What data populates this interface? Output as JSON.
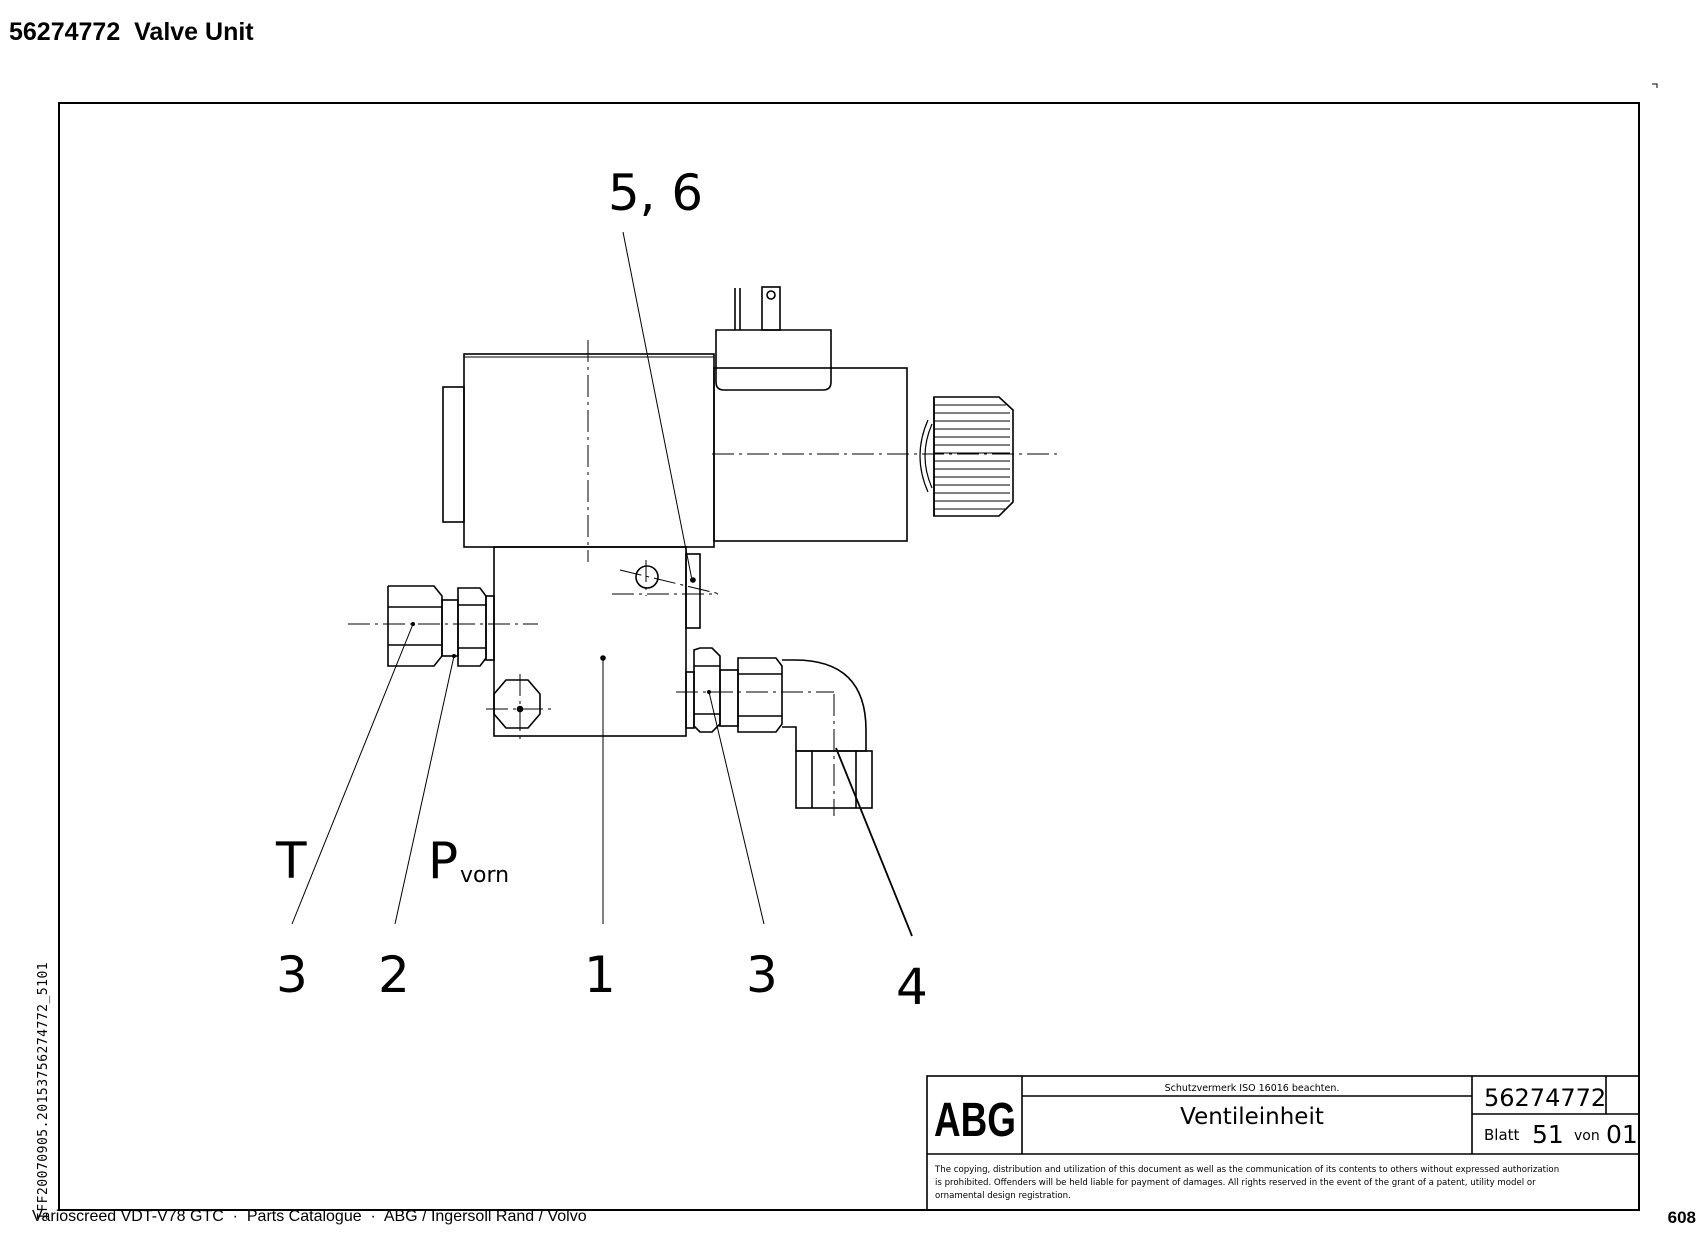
{
  "header": {
    "title": "56274772  Valve Unit"
  },
  "drawing": {
    "callouts": {
      "c56": "5, 6",
      "c3a": "3",
      "c2": "2",
      "c1": "1",
      "c3b": "3",
      "c4": "4"
    },
    "port_labels": {
      "t": "T",
      "p": "P",
      "p_sub": "vorn"
    }
  },
  "title_block": {
    "logo": "ABG",
    "notice": "Schutzvermerk ISO 16016 beachten.",
    "drawing_title": "Ventileinheit",
    "drawing_number": "56274772",
    "sheet_label": "Blatt",
    "sheet_number": "51",
    "of_label": "von",
    "sheet_total": "01",
    "legal_line1": "The copying, distribution and utilization of this document as well as the communication of its contents to others without expressed authorization",
    "legal_line2": "is prohibited. Offenders will be held liable for payment of damages. All rights reserved in the event of the grant of a patent, utility model or",
    "legal_line3": "ornamental design registration."
  },
  "side_code": "IFF20070905.20153756274772_5101",
  "footer": {
    "catalog": "Varioscreed VDT-V78 GTC  ·  Parts Catalogue  ·  ABG / Ingersoll Rand / Volvo",
    "page": "608"
  }
}
